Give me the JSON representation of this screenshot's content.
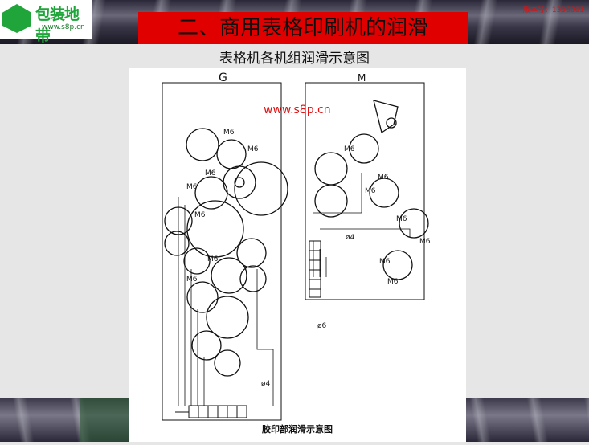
{
  "logo": {
    "name": "包装地带",
    "url": "www.s8p.cn"
  },
  "version": "版本号：1308001",
  "title": "二、商用表格印刷机的润滑",
  "subtitle": "表格机各机组润滑示意图",
  "diagram": {
    "unit_g": "G",
    "unit_m": "M",
    "watermark": "www.s8p.cn",
    "oil_label": "M6",
    "pipe_4": "ø4",
    "pipe_6": "ø6",
    "caption": "胶印部润滑示意图"
  }
}
